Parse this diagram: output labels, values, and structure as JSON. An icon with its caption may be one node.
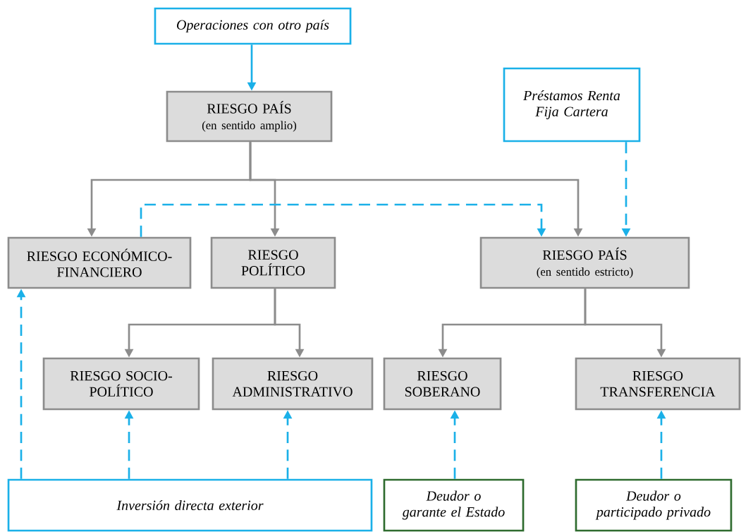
{
  "diagram": {
    "nodes": [
      {
        "text": [
          "Operaciones con otro país"
        ]
      },
      {
        "text": [
          "RIESGO PAÍS",
          "(en sentido amplio)"
        ]
      },
      {
        "text": [
          "Préstamos Renta Fija Cartera"
        ]
      },
      {
        "text": [
          "RIESGO ECONÓMICO-FINANCIERO"
        ]
      },
      {
        "text": [
          "RIESGO POLÍTICO"
        ]
      },
      {
        "text": [
          "RIESGO PAÍS",
          "(en sentido estricto)"
        ]
      },
      {
        "text": [
          "RIESGO SOCIO-POLÍTICO"
        ]
      },
      {
        "text": [
          "RIESGO ADMINISTRATIVO"
        ]
      },
      {
        "text": [
          "RIESGO SOBERANO"
        ]
      },
      {
        "text": [
          "RIESGO TRANSFERENCIA"
        ]
      },
      {
        "text": [
          "Inversión directa exterior"
        ]
      },
      {
        "text": [
          "Deudor o garante el Estado"
        ]
      },
      {
        "text": [
          "Deudor o participado privado"
        ]
      }
    ],
    "edges": [
      {
        "from": 0,
        "to": 1,
        "arrow": "to"
      },
      {
        "from": 1,
        "to": 3,
        "arrow": "to",
        "color": "#8c8c8c"
      },
      {
        "from": 1,
        "to": 4,
        "arrow": "to",
        "color": "#8c8c8c"
      },
      {
        "from": 1,
        "to": 5,
        "arrow": "to",
        "color": "#8c8c8c"
      },
      {
        "from": 2,
        "to": 5,
        "arrow": "to",
        "style": "dashed"
      },
      {
        "from": 3,
        "to": 5,
        "arrow": "to",
        "style": "dashed"
      },
      {
        "from": 4,
        "to": 6,
        "arrow": "to",
        "color": "#8c8c8c"
      },
      {
        "from": 4,
        "to": 7,
        "arrow": "to",
        "color": "#8c8c8c"
      },
      {
        "from": 5,
        "to": 8,
        "arrow": "to",
        "color": "#8c8c8c"
      },
      {
        "from": 5,
        "to": 9,
        "arrow": "to",
        "color": "#8c8c8c"
      },
      {
        "from": 10,
        "to": 3,
        "arrow": "to",
        "style": "dashed"
      },
      {
        "from": 10,
        "to": 6,
        "arrow": "to",
        "style": "dashed"
      },
      {
        "from": 10,
        "to": 7,
        "arrow": "to",
        "style": "dashed"
      },
      {
        "from": 11,
        "to": 8,
        "arrow": "to",
        "style": "dashed"
      },
      {
        "from": 12,
        "to": 9,
        "arrow": "to",
        "style": "dashed"
      }
    ]
  }
}
